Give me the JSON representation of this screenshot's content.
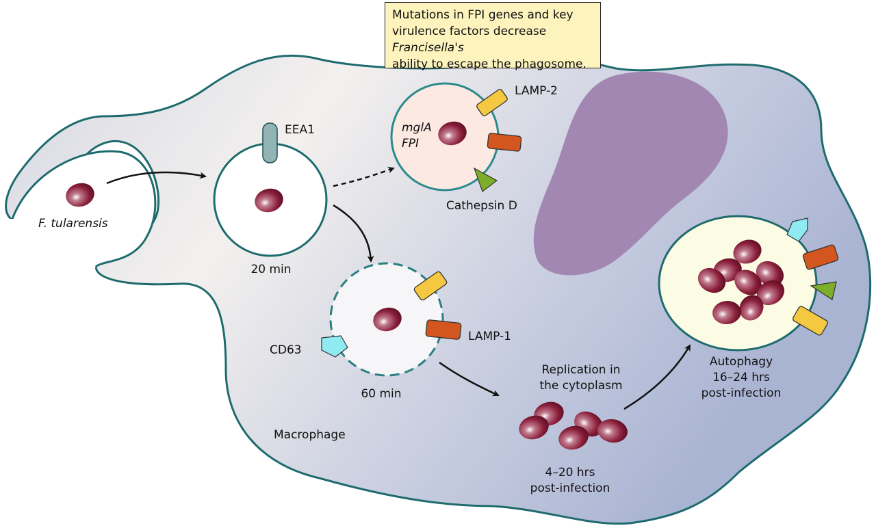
{
  "note": {
    "line1": "Mutations in FPI genes and key",
    "line2_prefix": "virulence factors decrease ",
    "line2_italic": "Francisella's",
    "line3": "ability to escape the phagosome."
  },
  "labels": {
    "bacterium": "F. tularensis",
    "eea1": "EEA1",
    "time_20": "20 min",
    "lamp2": "LAMP-2",
    "mutant_gene1": "mglA",
    "mutant_gene2": "FPI",
    "cathepsin": "Cathepsin D",
    "lamp1": "LAMP-1",
    "cd63": "CD63",
    "time_60": "60 min",
    "replication_1": "Replication in",
    "replication_2": "the cytoplasm",
    "replication_time_1": "4–20 hrs",
    "replication_time_2": "post-infection",
    "autophagy_1": "Autophagy",
    "autophagy_2": "16–24 hrs",
    "autophagy_3": "post-infection",
    "macrophage": "Macrophage"
  },
  "colors": {
    "membrane": "#1e6b6e",
    "bacterium": "#8a1f3a",
    "lamp2_yellow": "#f5c842",
    "lamp1_orange": "#d2561e",
    "cathepsin_green": "#7cae2a",
    "cd63_cyan": "#8feaf2",
    "eea1_gray": "#93b4b5",
    "nucleus": "#a387b3",
    "note_bg": "#fdf3bd"
  }
}
